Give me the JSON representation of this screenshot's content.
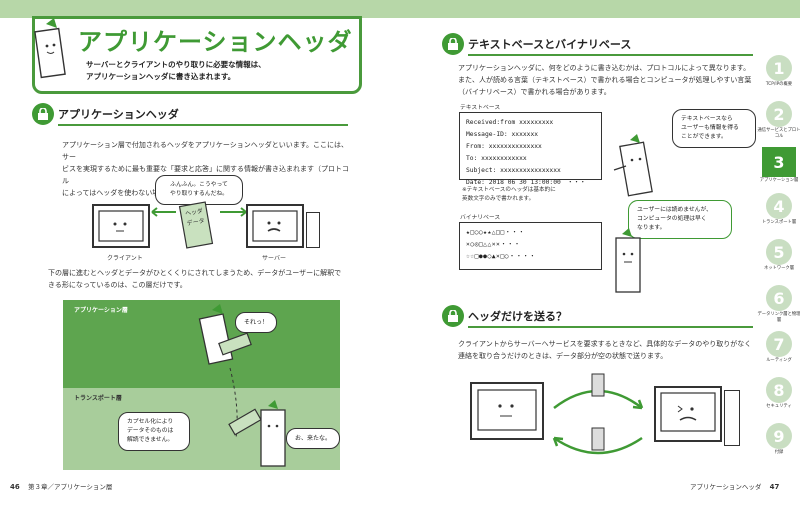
{
  "left": {
    "title": "アプリケーションヘッダ",
    "intro": [
      "サーバーとクライアントのやり取りに必要な情報は、",
      "アプリケーションヘッダに書き込まれます。"
    ],
    "section1": {
      "heading": "アプリケーションヘッダ",
      "para": [
        "アプリケーション層で付加されるヘッダをアプリケーションヘッダといいます。ここには、サー",
        "ビスを実現するために最も重要な「要求と応答」に関する情報が書き込まれます（プロトコル",
        "によってはヘッダを使わない場合もあります）。"
      ],
      "bubble": [
        "ふんふん。こうやって",
        "やり取りするんだね。"
      ],
      "can_label": [
        "ヘッダ",
        "データ"
      ],
      "client_label": "クライアント",
      "server_label": "サーバー",
      "para2": [
        "下の層に進むとヘッダとデータがひとくくりにされてしまうため、データがユーザーに解釈で",
        "きる形になっているのは、この層だけです。"
      ],
      "layer1_label": "アプリケーション層",
      "layer1_bubble": "それっ！",
      "layer2_label": "トランスポート層",
      "layer2_bubble1": [
        "カプセル化により",
        "データそのものは",
        "解読できません。"
      ],
      "layer2_bubble2": "お、来たな。"
    },
    "footer": {
      "page": "46",
      "chapter": "第３章／アプリケーション層"
    }
  },
  "right": {
    "section2": {
      "heading": "テキストベースとバイナリベース",
      "para": [
        "アプリケーションヘッダに、何をどのように書き込むかは、プロトコルによって異なります。",
        "また、人が読める言葉（テキストベース）で書かれる場合とコンピュータが処理しやすい言葉",
        "（バイナリベース）で書かれる場合があります。"
      ],
      "text_label": "テキストベース",
      "text_lines": [
        "Received:from xxxxxxxxx",
        "Message-ID: xxxxxxx",
        "From: xxxxxxxxxxxxxx",
        "To: xxxxxxxxxxxx",
        "Subject: xxxxxxxxxxxxxxxx",
        "Date: 2018 06 30 13:00:00　・・・"
      ],
      "text_note": [
        "※テキストベースのヘッダは基本的に",
        "英数文字のみで書かれます。"
      ],
      "text_bubble": [
        "テキストベースなら",
        "ユーザーも情報を得る",
        "ことができます。"
      ],
      "bin_label": "バイナリベース",
      "bin_lines": [
        "★□○○★★△□□・・・",
        "×○◎□△△××・・・",
        "☆☆□●●○▲×□○・・・・"
      ],
      "bin_bubble": [
        "ユーザーには読めませんが、",
        "コンピュータの処理は早く",
        "なります。"
      ]
    },
    "section3": {
      "heading": "ヘッダだけを送る？",
      "para": [
        "クライアントからサーバーへサービスを要求するときなど、具体的なデータのやり取りがなく",
        "連絡を取り合うだけのときは、データ部分が空の状態で送ります。"
      ]
    },
    "tabs": [
      {
        "num": "1",
        "label": "TCP/IPの概要"
      },
      {
        "num": "2",
        "label": "通信サービスとプロトコル"
      },
      {
        "num": "3",
        "label": "アプリケーション層"
      },
      {
        "num": "4",
        "label": "トランスポート層"
      },
      {
        "num": "5",
        "label": "ネットワーク層"
      },
      {
        "num": "6",
        "label": "データリンク層と物理層"
      },
      {
        "num": "7",
        "label": "ルーティング"
      },
      {
        "num": "8",
        "label": "セキュリティ"
      },
      {
        "num": "9",
        "label": "付録"
      }
    ],
    "footer": {
      "title": "アプリケーションヘッダ",
      "page": "47"
    }
  },
  "colors": {
    "accent": "#3f9a34",
    "band": "#b7d7a8",
    "panel_dark": "#5ea54f",
    "panel_light": "#a8cd9b"
  }
}
